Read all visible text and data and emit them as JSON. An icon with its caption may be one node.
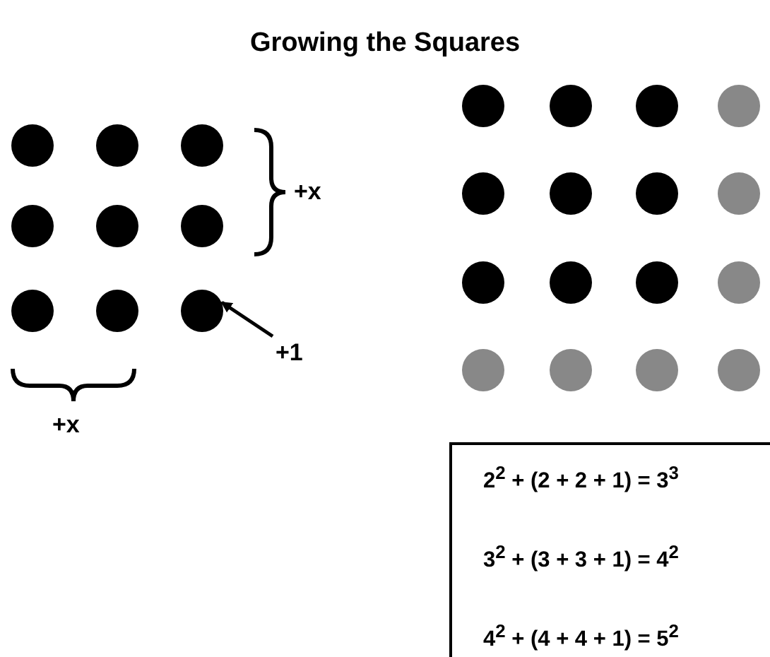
{
  "diagram": {
    "title": "Growing the Squares",
    "nodes": [
      {
        "text": [],
        "shape": "circle"
      },
      {
        "text": [
          "+1"
        ]
      },
      {
        "text": [
          "2$^{2}$ + (2 + 2 + 1) = 3$^{3}$",
          "3$^{2}$ + (3 + 3 + 1) = 4$^{2}$",
          "4$^{2}$ + (4 + 4 + 1) = 5$^{2}$"
        ]
      }
    ],
    "edges": [
      {
        "from": 1,
        "to": 0,
        "arrow": "to"
      }
    ],
    "labels": [
      "+x",
      "+x"
    ]
  }
}
